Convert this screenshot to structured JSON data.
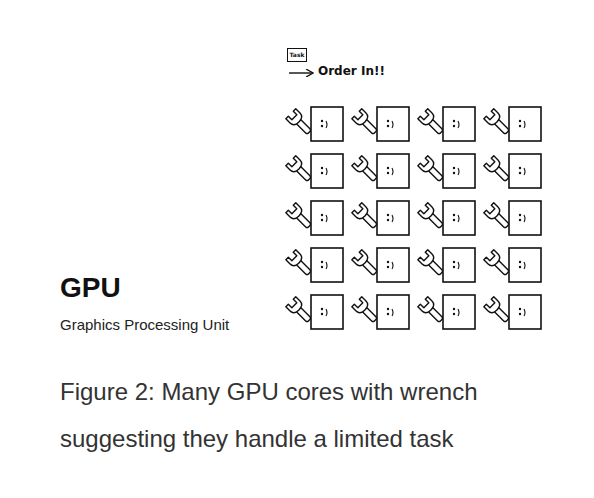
{
  "diagram": {
    "title": "GPU",
    "caption": "Figure 2: Many GPU cores with wrench suggesting they handle a limited task",
    "nodes": [
      {
        "text": [
          "Task"
        ]
      }
    ],
    "labels": [
      "Order In!!",
      "Graphics Processing Unit"
    ]
  }
}
